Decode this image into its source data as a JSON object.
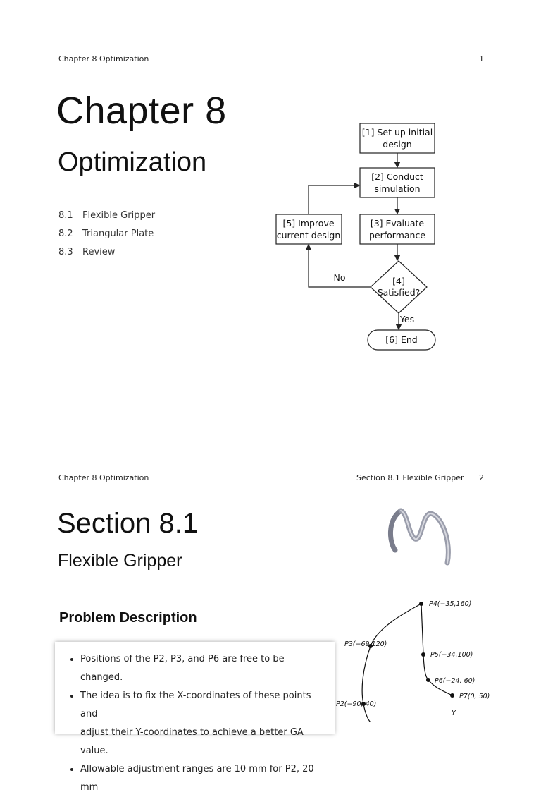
{
  "page1": {
    "header_left": "Chapter 8  Optimization",
    "page_number": "1",
    "title": "Chapter 8",
    "subtitle": "Optimization",
    "toc": [
      {
        "num": "8.1",
        "label": "Flexible Gripper"
      },
      {
        "num": "8.2",
        "label": "Triangular Plate"
      },
      {
        "num": "8.3",
        "label": "Review"
      }
    ],
    "flowchart": {
      "step1": [
        "[1] Set up initial",
        "design"
      ],
      "step2": [
        "[2] Conduct",
        "simulation"
      ],
      "step3": [
        "[3] Evaluate",
        "performance"
      ],
      "step4": [
        "[4]",
        "Satisfied?"
      ],
      "step5": [
        "[5] Improve",
        "current design"
      ],
      "step6": "[6] End",
      "no_label": "No",
      "yes_label": "Yes"
    }
  },
  "page2": {
    "header_left": "Chapter 8  Optimization",
    "header_right": "Section 8.1  Flexible Gripper",
    "page_number": "2",
    "title": "Section 8.1",
    "subtitle": "Flexible Gripper",
    "problem_heading": "Problem Description",
    "bullets": [
      "Positions of the P2, P3, and P6 are free to be changed.",
      "The idea is to fix the X-coordinates of these points and",
      "adjust their Y-coordinates to achieve a better GA value.",
      "Allowable adjustment ranges are 10 mm for P2, 20 mm"
    ],
    "diagram_points": [
      {
        "label": "P4(−35,160)"
      },
      {
        "label": "P3(−69,120)"
      },
      {
        "label": "P5(−34,100)"
      },
      {
        "label": "P6(−24, 60)"
      },
      {
        "label": "P7(0, 50)"
      },
      {
        "label": "P2(−90, 40)"
      }
    ],
    "axis_label": "Y"
  }
}
